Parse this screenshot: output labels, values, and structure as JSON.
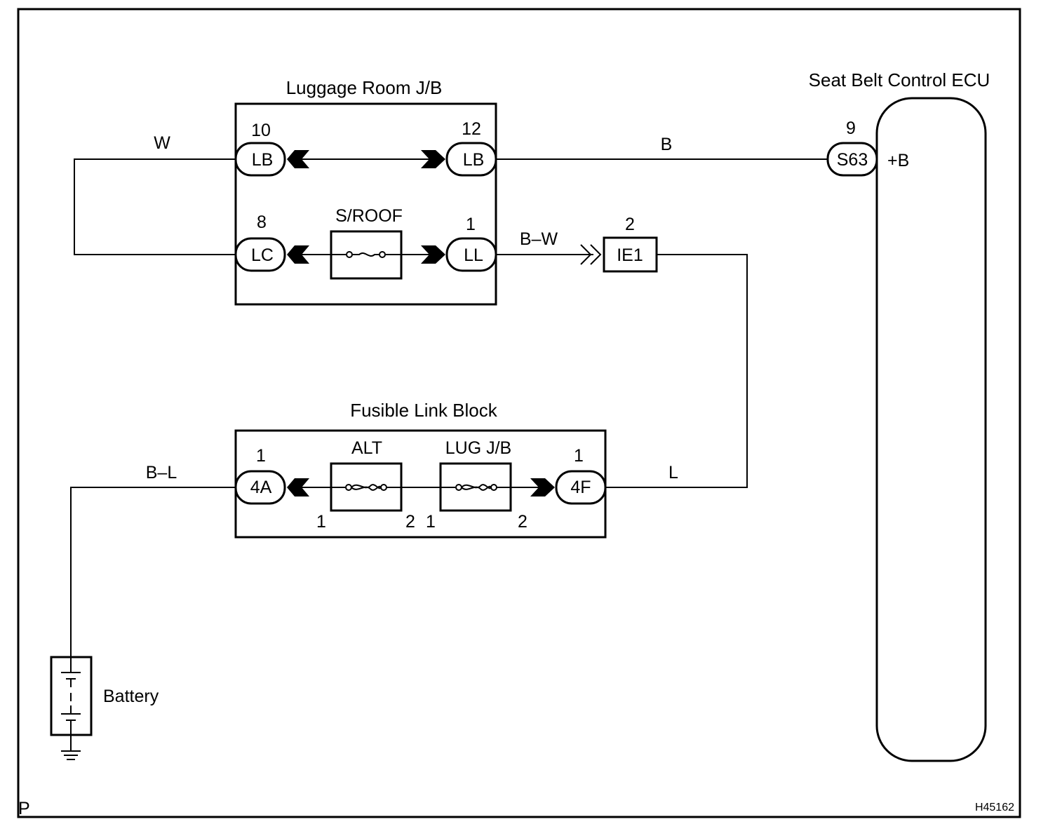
{
  "diagram": {
    "frame_corner_left": "P",
    "figure_code": "H45162",
    "luggage_jb": {
      "title": "Luggage Room J/B",
      "pin_lb_left": "10",
      "conn_lb_left": "LB",
      "pin_lb_right": "12",
      "conn_lb_right": "LB",
      "pin_lc": "8",
      "conn_lc": "LC",
      "fuse_label": "S/ROOF",
      "pin_ll": "1",
      "conn_ll": "LL"
    },
    "ecu": {
      "title": "Seat Belt Control ECU",
      "pin": "9",
      "connector": "S63",
      "terminal": "+B"
    },
    "junction": {
      "pin": "2",
      "connector": "IE1"
    },
    "fusible_link_block": {
      "title": "Fusible Link Block",
      "pin_4a": "1",
      "conn_4a": "4A",
      "alt_label": "ALT",
      "lug_label": "LUG J/B",
      "pin_4f": "1",
      "conn_4f": "4F",
      "alt_pin_left": "1",
      "alt_pin_right": "2",
      "lug_pin_left": "1",
      "lug_pin_right": "2"
    },
    "battery_label": "Battery",
    "wires": {
      "w": "W",
      "b": "B",
      "bw": "B–W",
      "l": "L",
      "bl": "B–L"
    }
  }
}
